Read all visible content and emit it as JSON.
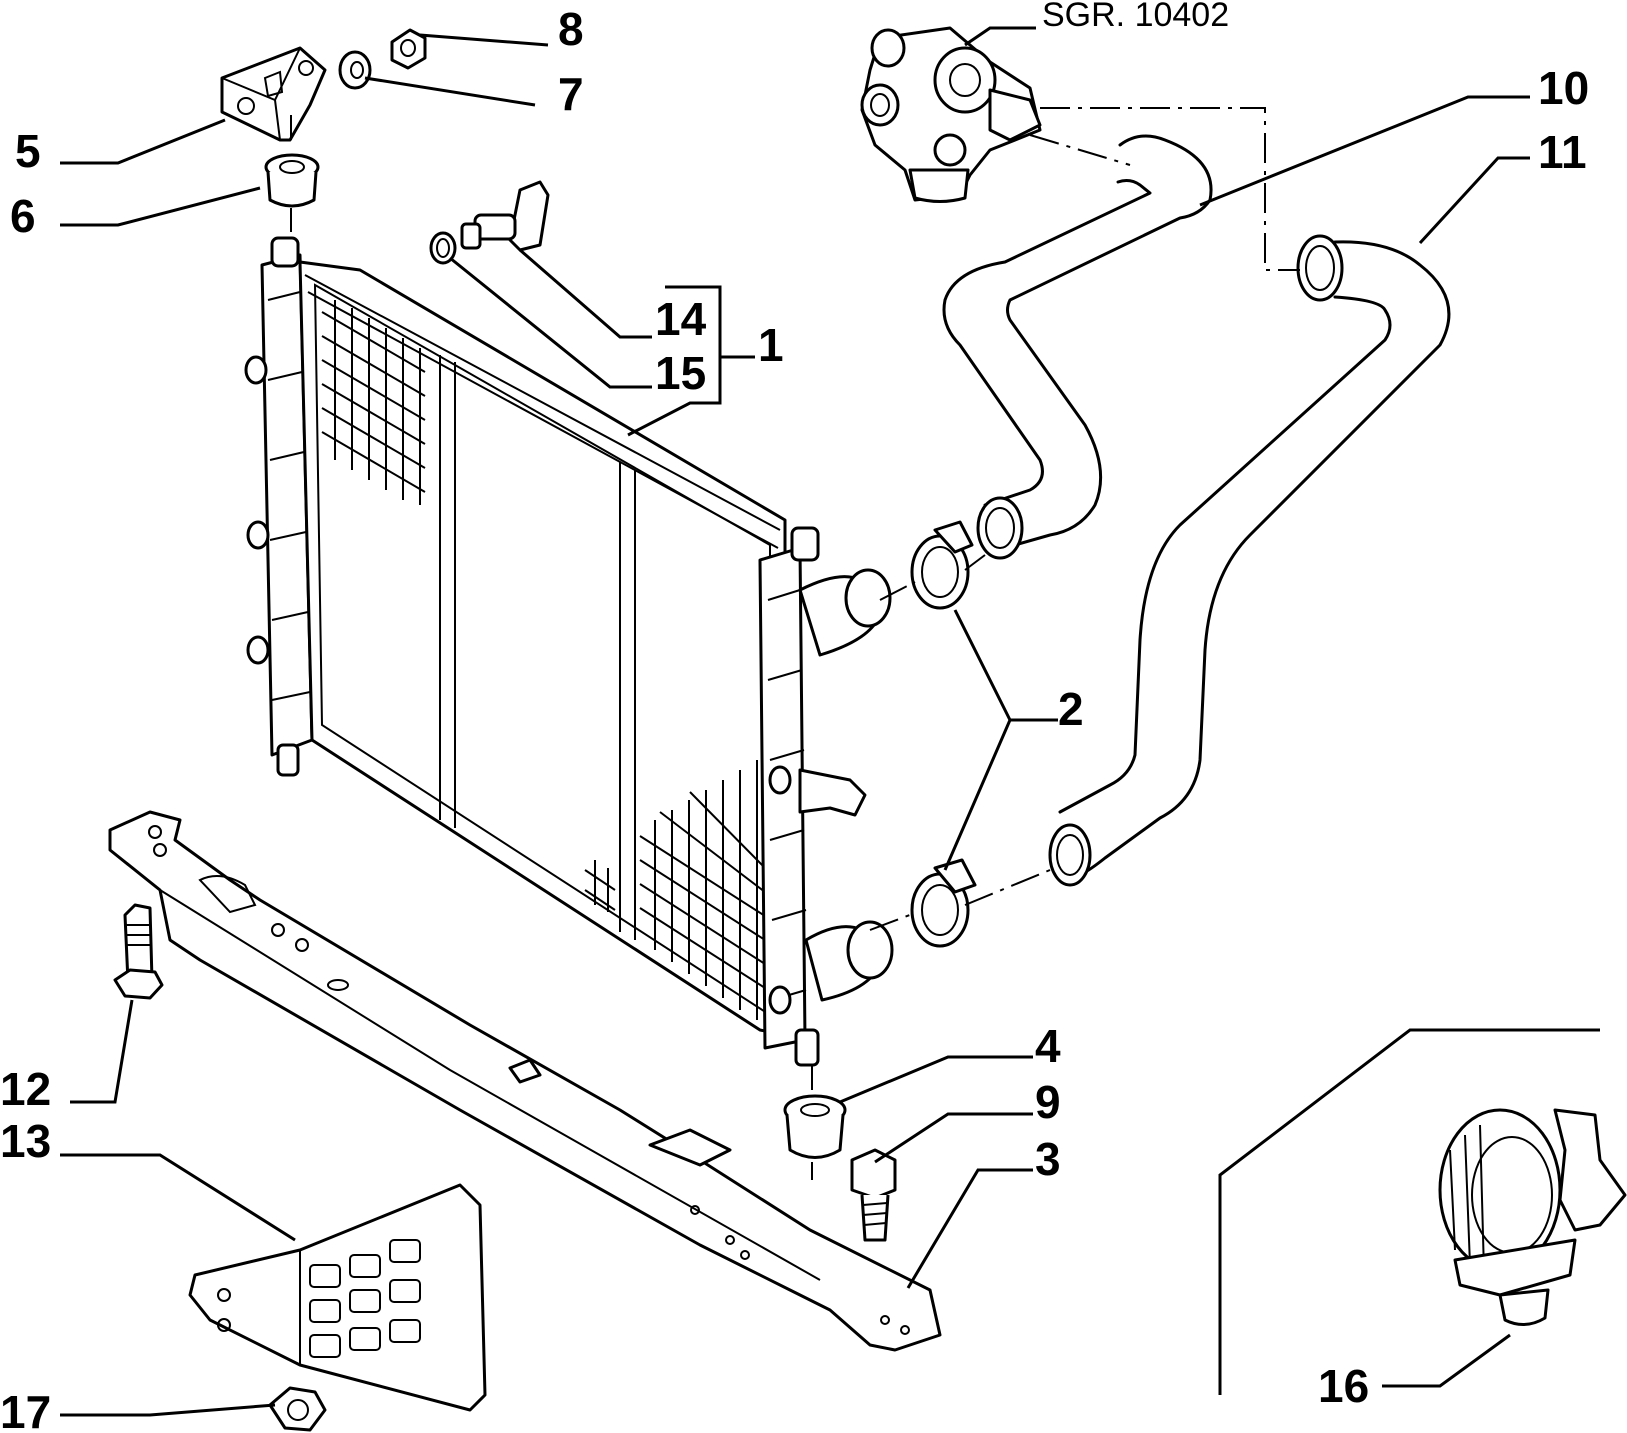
{
  "reference_label": "SGR. 10402",
  "callouts": {
    "c1": "1",
    "c2": "2",
    "c3": "3",
    "c4": "4",
    "c5": "5",
    "c6": "6",
    "c7": "7",
    "c8": "8",
    "c9": "9",
    "c10": "10",
    "c11": "11",
    "c12": "12",
    "c13": "13",
    "c14": "14",
    "c15": "15",
    "c16": "16",
    "c17": "17"
  }
}
